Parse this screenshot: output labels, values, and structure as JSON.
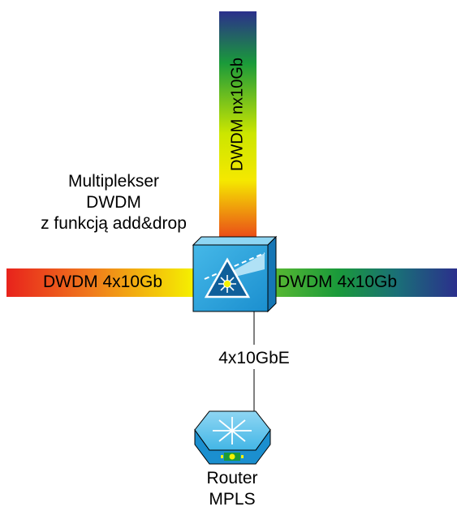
{
  "bands": {
    "top_label": "DWDM nx10Gb",
    "left_label": "DWDM 4x10Gb",
    "right_label": "DWDM 4x10Gb"
  },
  "mux": {
    "caption_line1": "Multiplekser",
    "caption_line2": "DWDM",
    "caption_line3": "z funkcją add&drop",
    "icon": "dwdm-multiplexer-icon"
  },
  "link": {
    "label": "4x10GbE"
  },
  "router": {
    "caption_line1": "Router",
    "caption_line2": "MPLS",
    "icon": "router-icon"
  },
  "colors": {
    "band_red": "#e8331c",
    "band_yellow": "#f5f200",
    "band_green": "#1a9a3a",
    "band_navy": "#2b2f8c",
    "device_blue": "#2aa7df",
    "device_dark_blue": "#1676b5",
    "device_light_blue": "#8fd6f3"
  }
}
